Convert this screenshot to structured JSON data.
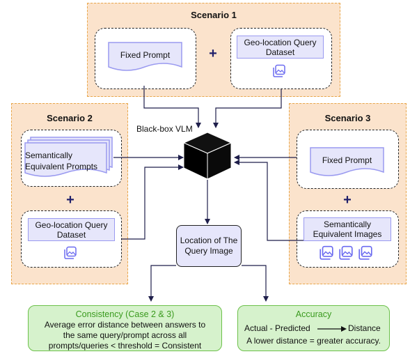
{
  "scenario1": {
    "title": "Scenario 1",
    "prompt": "Fixed Prompt",
    "plus": "+",
    "dataset_line1": "Geo-location Query",
    "dataset_line2": "Dataset"
  },
  "scenario2": {
    "title": "Scenario 2",
    "prompt_line1": "Semantically",
    "prompt_line2": "Equivalent Prompts",
    "plus": "+",
    "dataset_line1": "Geo-location Query",
    "dataset_line2": "Dataset"
  },
  "scenario3": {
    "title": "Scenario 3",
    "prompt": "Fixed Prompt",
    "plus": "+",
    "images_line1": "Semantically",
    "images_line2": "Equivalent Images"
  },
  "vlm_label": "Black-box VLM",
  "location": {
    "line1": "Location of The",
    "line2": "Query Image"
  },
  "consistency": {
    "title": "Consistency (Case 2 & 3)",
    "line1": "Average error distance between answers to",
    "line2": "the same query/prompt across all",
    "line3": "prompts/queries < threshold = Consistent"
  },
  "accuracy": {
    "title": "Accuracy",
    "formula_left": "Actual - Predicted",
    "formula_right": "Distance",
    "line2": "A lower distance = greater accuracy."
  },
  "colors": {
    "scenario_bg": "#fbe3cc",
    "scenario_border": "#e8a64a",
    "node_fill": "#e6e6fb",
    "node_border": "#9a9af0",
    "result_fill": "#d6f2cc",
    "result_border": "#6cc04a",
    "title_green": "#3a9a1e",
    "arrow_color": "#1f1f4b"
  },
  "icons": [
    "image-stack-icon",
    "black-box-cube-icon",
    "arrow-icon"
  ]
}
